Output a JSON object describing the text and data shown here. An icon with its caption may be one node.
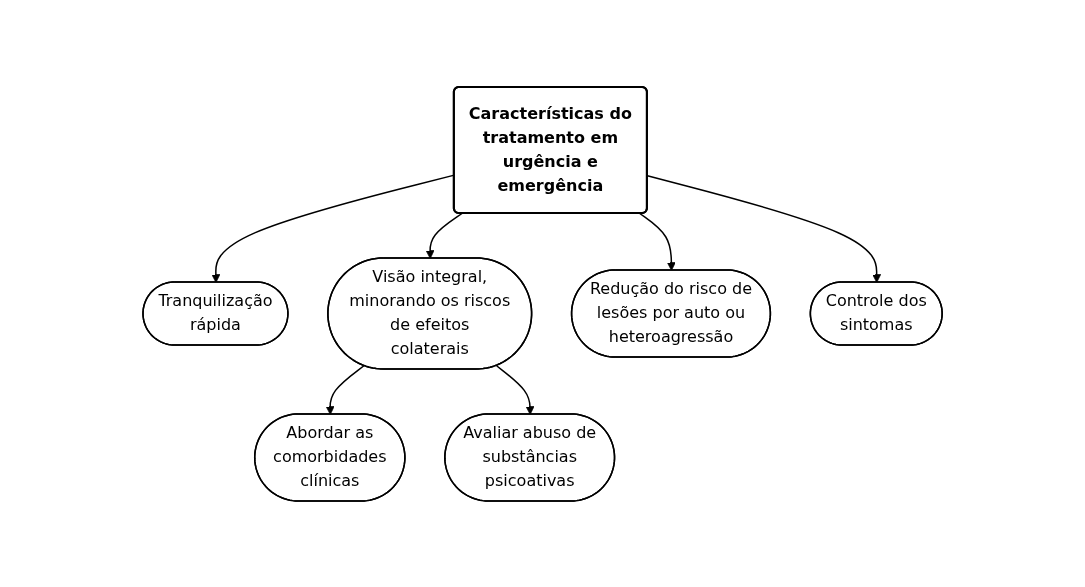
{
  "diagram": {
    "nodes": [
      {
        "text": [
          "Abordar as comorbidades clínicas"
        ]
      },
      {
        "text": [
          "Tranquilização rápida"
        ]
      },
      {
        "text": [
          "Visão integral, minorando os riscos de efeitos colaterais"
        ]
      },
      {
        "text": [
          "Características do tratamento em urgência e emergência"
        ]
      },
      {
        "text": [
          "Redução do risco de lesões por auto ou heteroagressão"
        ]
      },
      {
        "text": [
          "Avaliar abuso de substâncias psicoativas"
        ]
      },
      {
        "text": [
          "Controle dos sintomas"
        ]
      }
    ],
    "edges": [
      {
        "from": 3,
        "to": 1,
        "arrow": "to"
      },
      {
        "from": 3,
        "to": 2,
        "arrow": "to"
      },
      {
        "from": 3,
        "to": 4,
        "arrow": "to"
      },
      {
        "from": 3,
        "to": 6,
        "arrow": "to"
      },
      {
        "from": 2,
        "to": 0,
        "arrow": "to"
      },
      {
        "from": 2,
        "to": 5,
        "arrow": "to"
      }
    ]
  }
}
